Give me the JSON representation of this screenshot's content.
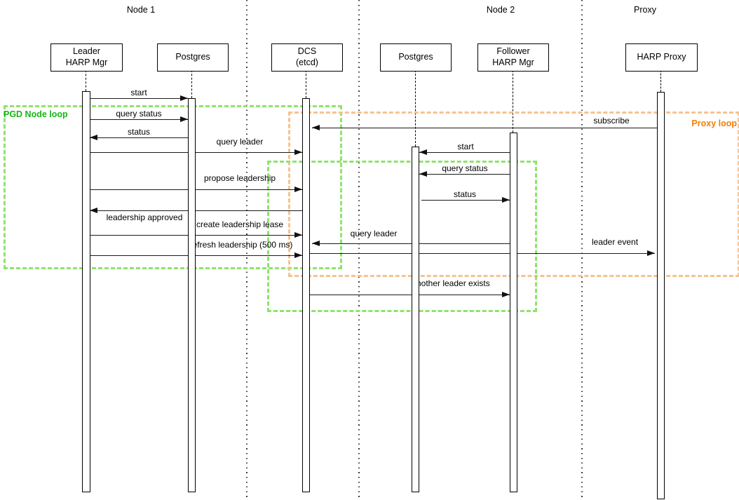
{
  "groups": [
    {
      "label": "Node 1"
    },
    {
      "label": "Node 2"
    },
    {
      "label": "Proxy"
    }
  ],
  "actors": [
    {
      "id": "leader-harp-mgr",
      "lines": [
        "Leader",
        "HARP Mgr"
      ]
    },
    {
      "id": "postgres-node1",
      "lines": [
        "Postgres"
      ]
    },
    {
      "id": "dcs-etcd",
      "lines": [
        "DCS",
        "(etcd)"
      ]
    },
    {
      "id": "postgres-node2",
      "lines": [
        "Postgres"
      ]
    },
    {
      "id": "follower-harp-mgr",
      "lines": [
        "Follower",
        "HARP Mgr"
      ]
    },
    {
      "id": "harp-proxy",
      "lines": [
        "HARP Proxy"
      ]
    }
  ],
  "loops": {
    "pgd_node": {
      "label": "PGD Node loop",
      "label_color": "#17b517",
      "border_color": "#8fe36b"
    },
    "proxy": {
      "label": "Proxy loop",
      "label_color": "#f57d00",
      "border_color": "#f7c28f"
    },
    "inner": {
      "border_color": "#8fe36b"
    }
  },
  "messages": [
    {
      "label": "start",
      "from": "leader-harp-mgr",
      "to": "postgres-node1"
    },
    {
      "label": "query status",
      "from": "leader-harp-mgr",
      "to": "postgres-node1"
    },
    {
      "label": "status",
      "from": "postgres-node1",
      "to": "leader-harp-mgr"
    },
    {
      "label": "subscribe",
      "from": "harp-proxy",
      "to": "dcs-etcd"
    },
    {
      "label": "query leader",
      "from": "leader-harp-mgr",
      "to": "dcs-etcd"
    },
    {
      "label": "start",
      "from": "follower-harp-mgr",
      "to": "postgres-node2"
    },
    {
      "label": "query status",
      "from": "follower-harp-mgr",
      "to": "postgres-node2"
    },
    {
      "label": "propose leadership",
      "from": "leader-harp-mgr",
      "to": "dcs-etcd"
    },
    {
      "label": "status",
      "from": "postgres-node2",
      "to": "follower-harp-mgr"
    },
    {
      "label": "leadership approved",
      "from": "dcs-etcd",
      "to": "leader-harp-mgr"
    },
    {
      "label": "create leadership lease",
      "from": "leader-harp-mgr",
      "to": "dcs-etcd"
    },
    {
      "label": "query leader",
      "from": "follower-harp-mgr",
      "to": "dcs-etcd"
    },
    {
      "label": "leader event",
      "from": "dcs-etcd",
      "to": "harp-proxy"
    },
    {
      "label": "refresh leadership (500 ms)",
      "from": "leader-harp-mgr",
      "to": "dcs-etcd"
    },
    {
      "label": "another leader exists",
      "from": "dcs-etcd",
      "to": "follower-harp-mgr"
    }
  ]
}
